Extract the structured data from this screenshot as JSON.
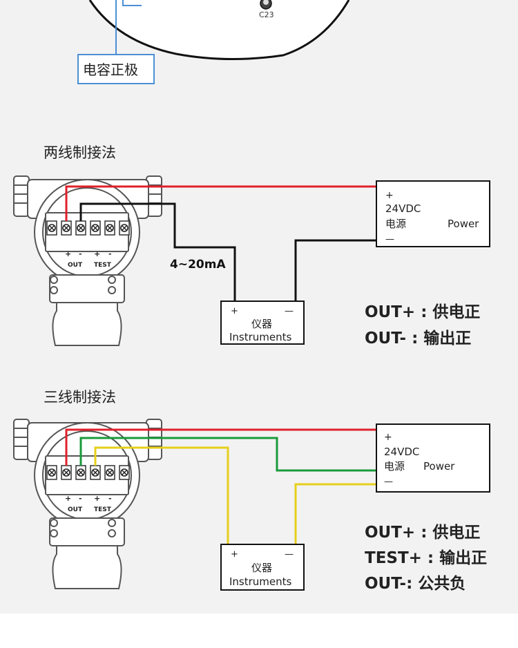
{
  "top": {
    "c23_label": "C23",
    "callout_label": "电容正极"
  },
  "two_wire": {
    "title": "两线制接法",
    "current_label": "4~20mA",
    "terminal_labels": {
      "out": "OUT",
      "test": "TEST",
      "plus": "+",
      "minus": "-"
    },
    "power_box": {
      "plus": "+",
      "voltage": "24VDC",
      "cn": "电源",
      "en": "Power",
      "minus": "—"
    },
    "instrument_box": {
      "plus": "+",
      "minus": "—",
      "cn": "仪器",
      "en": "Instruments"
    },
    "legend": [
      "OUT+ : 供电正",
      "OUT- : 输出正"
    ]
  },
  "three_wire": {
    "title": "三线制接法",
    "terminal_labels": {
      "out": "OUT",
      "test": "TEST",
      "plus": "+",
      "minus": "-"
    },
    "power_box": {
      "plus": "+",
      "voltage": "24VDC",
      "cn": "电源",
      "en": "Power",
      "minus": "—"
    },
    "instrument_box": {
      "plus": "+",
      "minus": "—",
      "cn": "仪器",
      "en": "Instruments"
    },
    "legend": [
      "OUT+ : 供电正",
      "TEST+ : 输出正",
      "OUT-: 公共负"
    ]
  },
  "colors": {
    "background_panel": "#f2f2f2",
    "wire_red": "#e0202a",
    "wire_black": "#111111",
    "wire_green": "#1a9a3a",
    "wire_yellow": "#e6cf1a",
    "callout_border": "#4a8fd6",
    "device_stroke": "#555555"
  }
}
